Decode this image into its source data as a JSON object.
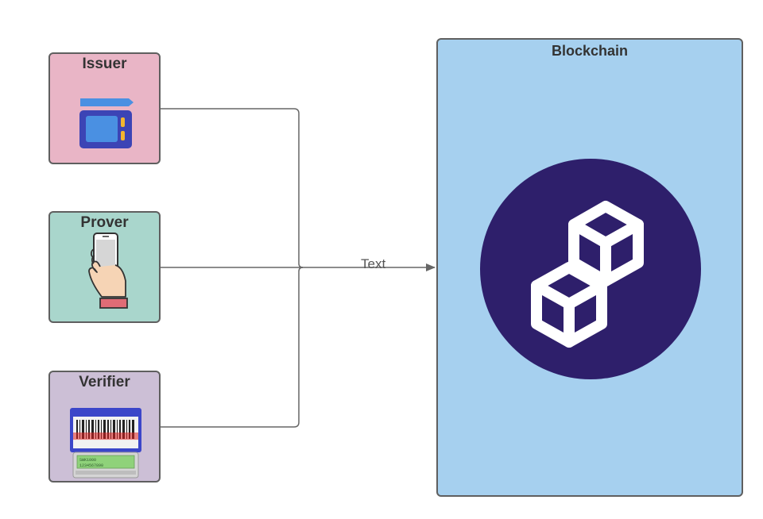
{
  "nodes": {
    "issuer": {
      "label": "Issuer",
      "icon": "pos-terminal-icon"
    },
    "prover": {
      "label": "Prover",
      "icon": "hand-phone-icon"
    },
    "verifier": {
      "label": "Verifier",
      "icon": "barcode-scanner-icon",
      "screen_text_1": "SWK1000",
      "screen_text_2": "1234567890"
    },
    "blockchain": {
      "label": "Blockchain",
      "icon": "blockchain-cubes-icon"
    }
  },
  "edge": {
    "label": "Text"
  },
  "colors": {
    "issuer_fill": "#e9b5c6",
    "prover_fill": "#a9d6cc",
    "verifier_fill": "#ccbfd6",
    "blockchain_fill": "#a6d0ef",
    "blockchain_circle": "#2e1f6b",
    "connector": "#666666"
  }
}
